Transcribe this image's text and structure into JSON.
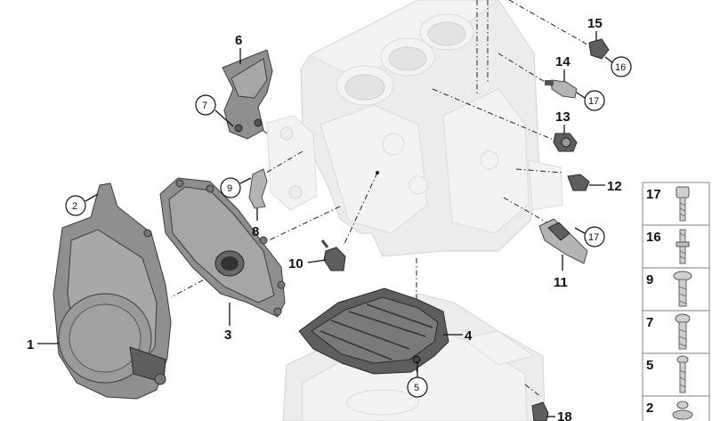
{
  "diagram": {
    "callouts": {
      "c1": "1",
      "c2": "2",
      "c3": "3",
      "c4": "4",
      "c5": "5",
      "c6": "6",
      "c7": "7",
      "c8": "8",
      "c9": "9",
      "c10": "10",
      "c11": "11",
      "c12": "12",
      "c13": "13",
      "c14": "14",
      "c15": "15",
      "c16": "16",
      "c17a": "17",
      "c17b": "17",
      "c18": "18"
    }
  },
  "fastener_panel": {
    "items": [
      {
        "number": "17",
        "icon": "bolt-hex-socket-icon"
      },
      {
        "number": "16",
        "icon": "stud-bolt-icon"
      },
      {
        "number": "9",
        "icon": "torx-bolt-icon"
      },
      {
        "number": "7",
        "icon": "hex-bolt-icon"
      },
      {
        "number": "5",
        "icon": "collar-bolt-icon"
      },
      {
        "number": "2",
        "icon": "dome-screw-icon"
      }
    ]
  }
}
